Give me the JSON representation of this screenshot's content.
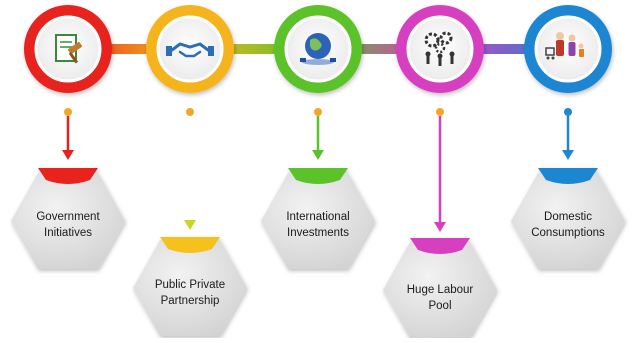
{
  "items": [
    {
      "label_line1": "Government",
      "label_line2": "Initiatives",
      "color": "#e8211e",
      "icon": "document-gavel-icon"
    },
    {
      "label_line1": "Public Private",
      "label_line2": "Partnership",
      "color": "#f5b41f",
      "icon": "handshake-icon"
    },
    {
      "label_line1": "International",
      "label_line2": "Investments",
      "color": "#5cc22b",
      "icon": "globe-icon"
    },
    {
      "label_line1": "Huge Labour",
      "label_line2": "Pool",
      "color": "#d63fc0",
      "icon": "gears-people-icon"
    },
    {
      "label_line1": "Domestic",
      "label_line2": "Consumptions",
      "color": "#1f86d2",
      "icon": "family-shopping-icon"
    }
  ],
  "connector_colors": [
    "#e8211e",
    "#f5b41f",
    "#9ccf29",
    "#5cc22b",
    "#d63fc0",
    "#1f86d2"
  ]
}
